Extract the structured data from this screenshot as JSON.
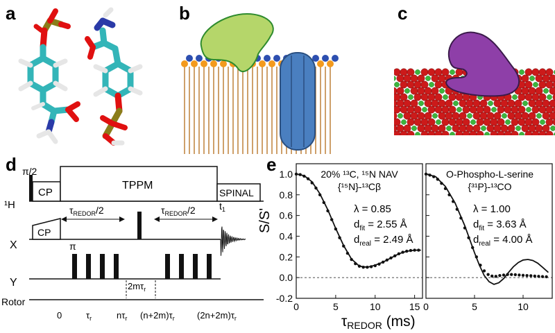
{
  "panel_labels": {
    "a": "a",
    "b": "b",
    "c": "c",
    "d": "d",
    "e": "e"
  },
  "colors": {
    "carbon": "#33b5b8",
    "oxygen": "#e01010",
    "phosphorus": "#8a7d1a",
    "nitrogen": "#2a3aa8",
    "hydrogen": "#e6e6e6",
    "lipid_head_orange": "#f39a1e",
    "lipid_head_blue": "#2d4fb0",
    "lipid_tail": "#c8955a",
    "protein_green": "#b5d66a",
    "protein_blue": "#4a7fc0",
    "protein_purple": "#8e3fa8",
    "surface_red": "#cc1a1a",
    "surface_green": "#3cb43c"
  },
  "pulse_sequence": {
    "channels": {
      "h": "¹H",
      "x": "X",
      "y": "Y",
      "rotor": "Rotor"
    },
    "blocks": {
      "pi_half": "π/2",
      "cp_h": "CP",
      "cp_x": "CP",
      "tppm": "TPPM",
      "spinal": "SPINAL",
      "pi": "π"
    },
    "delays": {
      "left": "τ",
      "left_sub": "REDOR",
      "left_tail": "/2",
      "right": "τ",
      "right_sub": "REDOR",
      "right_tail": "/2",
      "acq": "t",
      "acq_sub": "1"
    },
    "gap_label": {
      "main": "2mτ",
      "sub": "r"
    },
    "rotor_axis": {
      "zero": "0",
      "tau_r": {
        "main": "τ",
        "sub": "r"
      },
      "n_tau_r": {
        "pre": "nτ",
        "sub": "r"
      },
      "n2m_tau_r": {
        "pre": "(n+2m)τ",
        "sub": "r"
      },
      "2n2m_tau_r": {
        "pre": "(2n+2m)τ",
        "sub": "r"
      }
    }
  },
  "chart_data": [
    {
      "type": "line",
      "title_line1": "20% ¹³C, ¹⁵N NAV",
      "title_line2": "{¹⁵N}-¹³Cβ",
      "ylabel": "S/S'",
      "xlabel": "τREDOR (ms)",
      "xlabel_main": "τ",
      "xlabel_sub": "REDOR",
      "xlabel_unit": " (ms)",
      "xlim": [
        0,
        16
      ],
      "ylim": [
        -0.2,
        1.1
      ],
      "xticks": [
        0,
        5,
        10,
        15
      ],
      "yticks": [
        -0.2,
        0.0,
        0.2,
        0.4,
        0.6,
        0.8,
        1.0
      ],
      "ytick_labels": [
        "-0.2",
        "0.0",
        "0.2",
        "0.4",
        "0.6",
        "0.8",
        "1.0"
      ],
      "params": {
        "lambda": "λ = 0.85",
        "d_fit_pre": "d",
        "d_fit_sub": "fit",
        "d_fit_val": " = 2.55 Å",
        "d_real_pre": "d",
        "d_real_sub": "real",
        "d_real_val": " = 2.49 Å"
      },
      "points": [
        [
          0,
          1.0
        ],
        [
          0.5,
          0.995
        ],
        [
          1,
          0.98
        ],
        [
          1.5,
          0.955
        ],
        [
          2,
          0.915
        ],
        [
          2.5,
          0.865
        ],
        [
          3,
          0.8
        ],
        [
          3.5,
          0.725
        ],
        [
          4,
          0.645
        ],
        [
          4.5,
          0.56
        ],
        [
          5,
          0.47
        ],
        [
          5.5,
          0.385
        ],
        [
          6,
          0.305
        ],
        [
          6.5,
          0.235
        ],
        [
          7,
          0.175
        ],
        [
          7.5,
          0.135
        ],
        [
          8,
          0.11
        ],
        [
          8.5,
          0.1
        ],
        [
          9,
          0.1
        ],
        [
          9.5,
          0.105
        ],
        [
          10,
          0.115
        ],
        [
          10.5,
          0.13
        ],
        [
          11,
          0.15
        ],
        [
          11.5,
          0.17
        ],
        [
          12,
          0.19
        ],
        [
          12.5,
          0.21
        ],
        [
          13,
          0.23
        ],
        [
          13.5,
          0.245
        ],
        [
          14,
          0.255
        ],
        [
          14.5,
          0.262
        ],
        [
          15,
          0.265
        ],
        [
          15.5,
          0.265
        ]
      ],
      "fit": [
        [
          0,
          1.0
        ],
        [
          1,
          0.985
        ],
        [
          2,
          0.925
        ],
        [
          3,
          0.81
        ],
        [
          4,
          0.655
        ],
        [
          5,
          0.475
        ],
        [
          6,
          0.31
        ],
        [
          7,
          0.18
        ],
        [
          8,
          0.11
        ],
        [
          9,
          0.1
        ],
        [
          10,
          0.12
        ],
        [
          11,
          0.15
        ],
        [
          12,
          0.19
        ],
        [
          13,
          0.23
        ],
        [
          14,
          0.255
        ],
        [
          15,
          0.265
        ],
        [
          15.8,
          0.265
        ]
      ]
    },
    {
      "type": "line",
      "title_line1": "O-Phospho-L-serine",
      "title_line2": "{³¹P}-¹³CO",
      "xlim": [
        0,
        13
      ],
      "ylim": [
        -0.2,
        1.1
      ],
      "xticks": [
        0,
        5,
        10
      ],
      "params": {
        "lambda": "λ = 1.00",
        "d_fit_pre": "d",
        "d_fit_sub": "fit",
        "d_fit_val": " = 3.63 Å",
        "d_real_pre": "d",
        "d_real_sub": "real",
        "d_real_val": " = 4.00 Å"
      },
      "points": [
        [
          0,
          1.0
        ],
        [
          0.4,
          0.99
        ],
        [
          0.8,
          0.975
        ],
        [
          1.2,
          0.95
        ],
        [
          1.6,
          0.91
        ],
        [
          2,
          0.86
        ],
        [
          2.4,
          0.8
        ],
        [
          2.8,
          0.735
        ],
        [
          3.2,
          0.66
        ],
        [
          3.6,
          0.575
        ],
        [
          4,
          0.48
        ],
        [
          4.4,
          0.385
        ],
        [
          4.8,
          0.29
        ],
        [
          5.2,
          0.2
        ],
        [
          5.6,
          0.12
        ],
        [
          6,
          0.065
        ],
        [
          6.4,
          0.03
        ],
        [
          6.8,
          0.015
        ],
        [
          7.2,
          0.012
        ],
        [
          7.6,
          0.02
        ],
        [
          8,
          0.025
        ],
        [
          8.4,
          0.03
        ],
        [
          8.8,
          0.03
        ],
        [
          9.2,
          0.028
        ],
        [
          9.6,
          0.025
        ],
        [
          10,
          0.022
        ],
        [
          10.4,
          0.02
        ],
        [
          10.8,
          0.018
        ],
        [
          11.2,
          0.015
        ],
        [
          11.6,
          0.012
        ],
        [
          12,
          0.01
        ],
        [
          12.4,
          0.008
        ]
      ],
      "fit": [
        [
          0,
          1.0
        ],
        [
          1,
          0.975
        ],
        [
          2,
          0.88
        ],
        [
          3,
          0.72
        ],
        [
          4,
          0.5
        ],
        [
          5,
          0.24
        ],
        [
          5.5,
          0.12
        ],
        [
          6,
          0.02
        ],
        [
          6.5,
          -0.04
        ],
        [
          7,
          -0.065
        ],
        [
          7.5,
          -0.05
        ],
        [
          8,
          -0.01
        ],
        [
          8.5,
          0.05
        ],
        [
          9,
          0.105
        ],
        [
          9.5,
          0.145
        ],
        [
          10,
          0.17
        ],
        [
          10.5,
          0.175
        ],
        [
          11,
          0.165
        ],
        [
          11.5,
          0.14
        ],
        [
          12,
          0.1
        ],
        [
          12.6,
          0.05
        ]
      ]
    }
  ]
}
